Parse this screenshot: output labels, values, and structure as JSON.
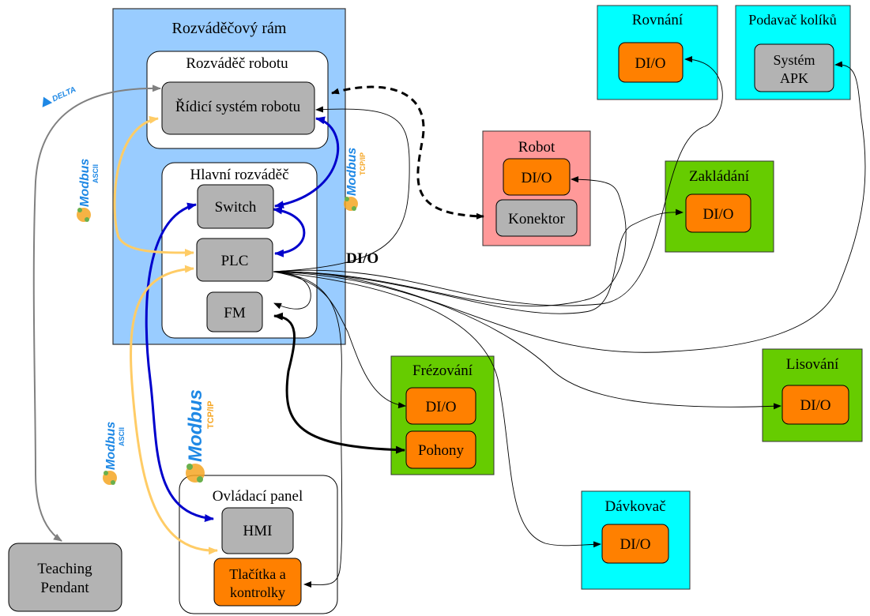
{
  "containers": {
    "frame": "Rozváděčový rám",
    "robot_cabinet": "Rozváděč robotu",
    "main_cabinet": "Hlavní rozváděč",
    "control_panel": "Ovládací panel"
  },
  "stations": {
    "rovnani": "Rovnání",
    "podavac": "Podavač kolíků",
    "robot": "Robot",
    "zakladani": "Zakládání",
    "frezovani": "Frézování",
    "lisovani": "Lisování",
    "davkovac": "Dávkovač"
  },
  "nodes": {
    "robot_control": "Řídicí systém robotu",
    "switch": "Switch",
    "plc": "PLC",
    "fm": "FM",
    "hmi": "HMI",
    "buttons_line1": "Tlačítka a",
    "buttons_line2": "kontrolky",
    "teach_line1": "Teaching",
    "teach_line2": "Pendant",
    "apk_line1": "Systém",
    "apk_line2": "APK",
    "konektor": "Konektor",
    "pohony": "Pohony",
    "dio": "DI/O"
  },
  "labels": {
    "dio_bus": "DI/O"
  },
  "logos": {
    "delta": "DELTA",
    "modbus": "Modbus",
    "ascii": "ASCII",
    "tcpip": "TCP/IP"
  },
  "colors": {
    "frame_fill": "#99ccff",
    "cyan_station": "#00ffff",
    "green_station": "#66cc00",
    "red_station": "#ff9999",
    "orange_node": "#ff8000",
    "gray_node": "#b3b3b3",
    "link_blue": "#0000cc",
    "link_yellow": "#ffcc66",
    "link_gray": "#808080"
  }
}
